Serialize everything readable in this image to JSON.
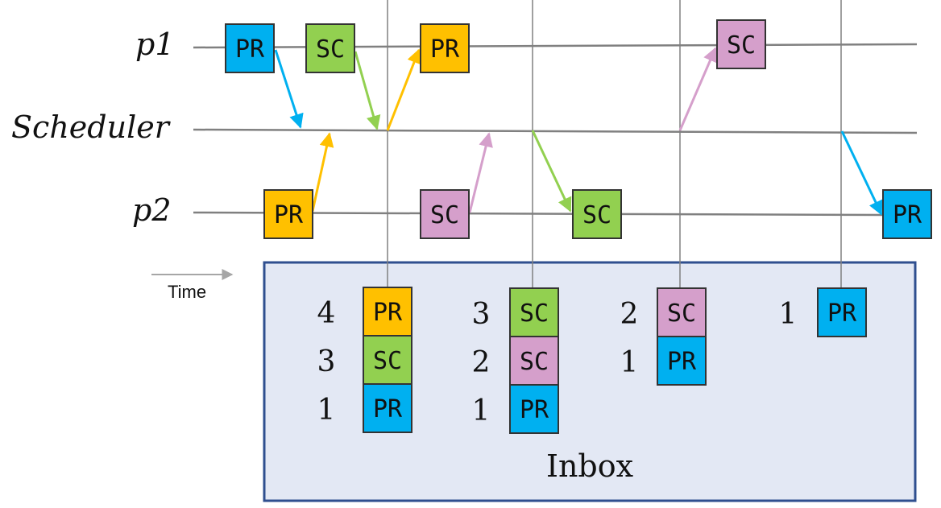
{
  "colors": {
    "blue": "#00B0F0",
    "green": "#92D050",
    "orange": "#FFC000",
    "pink": "#D59FCB",
    "line": "#808080",
    "inbox_fill": "#E3E8F4",
    "inbox_border": "#2F4F8F"
  },
  "lanes": {
    "p1": "p1",
    "scheduler": "Scheduler",
    "p2": "p2"
  },
  "time_label": "Time",
  "inbox_label": "Inbox",
  "boxes": [
    {
      "id": "p1-pr-blue",
      "text": "PR",
      "color": "blue"
    },
    {
      "id": "p1-sc-green",
      "text": "SC",
      "color": "green"
    },
    {
      "id": "p1-pr-orange",
      "text": "PR",
      "color": "orange"
    },
    {
      "id": "p1-sc-pink",
      "text": "SC",
      "color": "pink"
    },
    {
      "id": "p2-pr-orange",
      "text": "PR",
      "color": "orange"
    },
    {
      "id": "p2-sc-pink",
      "text": "SC",
      "color": "pink"
    },
    {
      "id": "p2-sc-green",
      "text": "SC",
      "color": "green"
    },
    {
      "id": "p2-pr-blue",
      "text": "PR",
      "color": "blue"
    }
  ],
  "inbox_stacks": [
    [
      {
        "num": "4",
        "text": "PR",
        "color": "orange"
      },
      {
        "num": "3",
        "text": "SC",
        "color": "green"
      },
      {
        "num": "1",
        "text": "PR",
        "color": "blue"
      }
    ],
    [
      {
        "num": "3",
        "text": "SC",
        "color": "green"
      },
      {
        "num": "2",
        "text": "SC",
        "color": "pink"
      },
      {
        "num": "1",
        "text": "PR",
        "color": "blue"
      }
    ],
    [
      {
        "num": "2",
        "text": "SC",
        "color": "pink"
      },
      {
        "num": "1",
        "text": "PR",
        "color": "blue"
      }
    ],
    [
      {
        "num": "1",
        "text": "PR",
        "color": "blue"
      }
    ]
  ]
}
